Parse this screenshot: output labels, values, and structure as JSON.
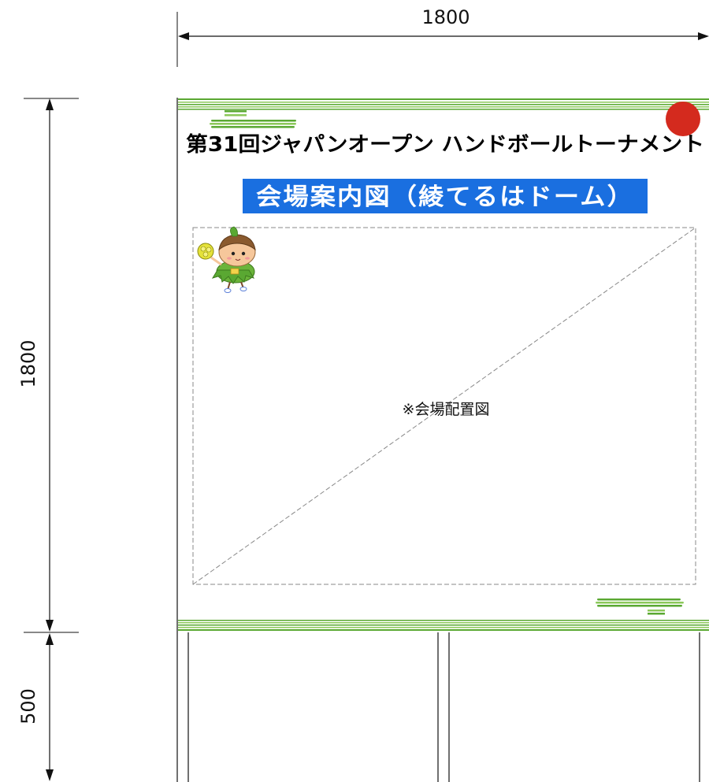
{
  "dimensions": {
    "width_label": "1800",
    "panel_height_label": "1800",
    "leg_height_label": "500"
  },
  "board": {
    "title": "第31回ジャパンオープン ハンドボールトーナメント",
    "banner": "会場案内図（綾てるはドーム）",
    "placeholder": "※会場配置図",
    "mascot": "mascot-character-with-handball"
  },
  "colors": {
    "banner_bg": "#1a6fe0",
    "stripe_green": "#5aa832",
    "red_dot": "#d42a1e",
    "dashed_line": "#888888"
  }
}
